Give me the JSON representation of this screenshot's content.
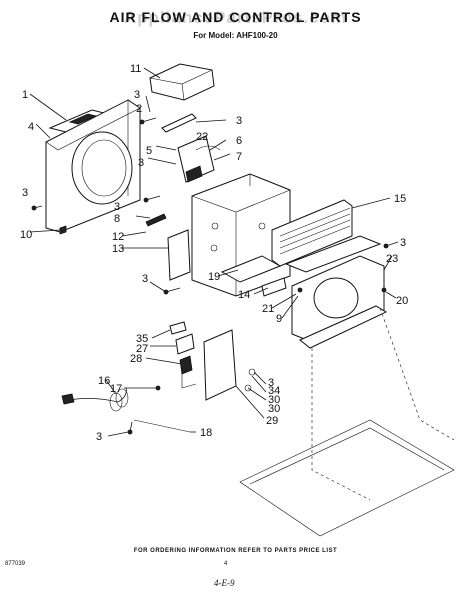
{
  "title": "AIR FLOW AND CONTROL PARTS",
  "model": "For Model: AHF100-20",
  "watermark": "AppliancePartsPros.com",
  "footer": "FOR ORDERING INFORMATION REFER TO PARTS PRICE LIST",
  "doc_number": "877039",
  "page_number": "4",
  "hand_note": "4-E-9",
  "callouts": {
    "c1": "1",
    "c2": "2",
    "c3a": "3",
    "c3b": "3",
    "c3c": "3",
    "c3d": "3",
    "c3e": "3",
    "c3f": "3",
    "c3g": "3",
    "c3h": "3",
    "c3i": "3",
    "c4": "4",
    "c5": "5",
    "c6": "6",
    "c7": "7",
    "c8": "8",
    "c9": "9",
    "c10": "10",
    "c11": "11",
    "c12": "12",
    "c13": "13",
    "c14": "14",
    "c15": "15",
    "c16": "16",
    "c17": "17",
    "c18": "18",
    "c19": "19",
    "c20": "20",
    "c21": "21",
    "c22": "22",
    "c23": "23",
    "c27": "27",
    "c28": "28",
    "c29": "29",
    "c30a": "30",
    "c30b": "30",
    "c34": "34",
    "c35": "35"
  }
}
